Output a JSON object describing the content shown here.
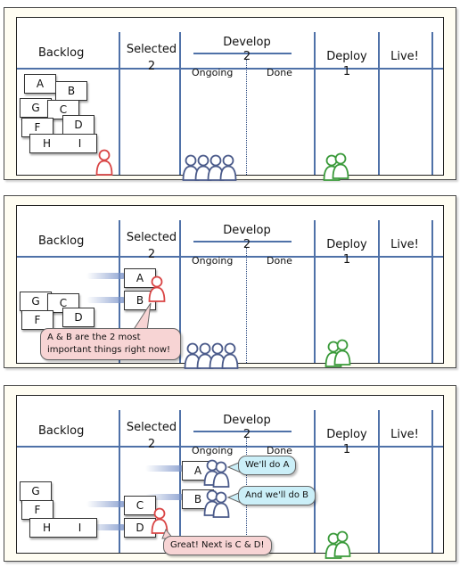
{
  "columns": {
    "backlog": "Backlog",
    "selected": "Selected",
    "selected_limit": "2",
    "develop": "Develop",
    "develop_limit": "2",
    "ongoing": "Ongoing",
    "done": "Done",
    "deploy": "Deploy",
    "deploy_limit": "1",
    "live": "Live!"
  },
  "cards": {
    "a": "A",
    "b": "B",
    "c": "C",
    "d": "D",
    "g": "G",
    "f": "F",
    "h": "H",
    "i": "I"
  },
  "speech": {
    "panel2_po": "A & B are the 2 most important things right now!",
    "panel3_team_a": "We'll do A",
    "panel3_team_b": "And we'll do B",
    "panel3_po": "Great! Next is C & D!"
  },
  "colors": {
    "board_line": "#4f71a8",
    "panel_bg": "#fffdf2",
    "product_owner": "#d94545",
    "developers": "#4a5a8a",
    "deployers": "#3a9a3a",
    "bubble_pink": "#f7d4d4",
    "bubble_blue": "#cbeff8"
  },
  "icons": [
    "person-red-icon",
    "person-blue-icon",
    "person-green-icon",
    "motion-streak-icon"
  ]
}
